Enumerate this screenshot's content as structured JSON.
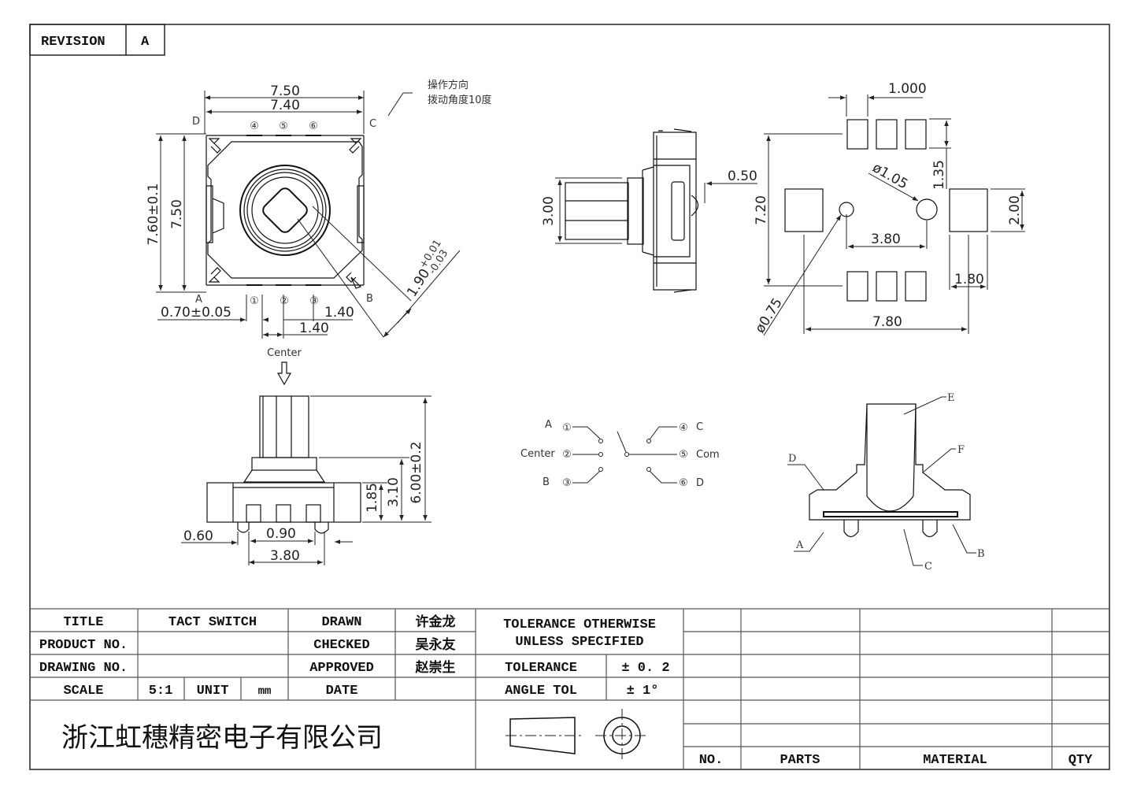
{
  "revision": {
    "label": "REVISION",
    "value": "A"
  },
  "top_view": {
    "dims": {
      "width_outer": "7.50",
      "width_inner": "7.40",
      "height_tol": "7.60±0.1",
      "height": "7.50",
      "pin_width": "0.70±0.05",
      "pitch_a": "1.40",
      "pitch_b": "1.40",
      "stem": "1.90",
      "stem_tol_plus": "+0.01",
      "stem_tol_minus": "-0.03"
    },
    "corners": {
      "a": "A",
      "b": "B",
      "c": "C",
      "d": "D"
    },
    "pins_top": [
      "④",
      "⑤",
      "⑥"
    ],
    "pins_bottom": [
      "①",
      "②",
      "③"
    ],
    "note_line1": "操作方向",
    "note_line2": "拨动角度10度"
  },
  "side_view": {
    "dims": {
      "shaft": "3.00",
      "protrusion": "0.50"
    }
  },
  "footprint": {
    "dims": {
      "pad_pitch": "1.000",
      "pad_height": "1.35",
      "hole_large": "ø1.05",
      "hole_small": "ø0.75",
      "hole_spacing": "3.80",
      "side_pad": "2.00",
      "height": "7.20",
      "side_pad_width": "1.80",
      "width": "7.80"
    }
  },
  "front_view": {
    "label": "Center",
    "dims": {
      "total_height": "6.00±0.2",
      "body_height": "3.10",
      "base_height": "1.85",
      "foot": "0.60",
      "pad": "0.90",
      "span": "3.80"
    }
  },
  "schematic": {
    "left": [
      {
        "label": "A",
        "pin": "①"
      },
      {
        "label": "Center",
        "pin": "②"
      },
      {
        "label": "B",
        "pin": "③"
      }
    ],
    "right": [
      {
        "label": "C",
        "pin": "④"
      },
      {
        "label": "Com",
        "pin": "⑤"
      },
      {
        "label": "D",
        "pin": "⑥"
      }
    ]
  },
  "section_view": {
    "callouts": [
      "A",
      "B",
      "C",
      "D",
      "E",
      "F"
    ]
  },
  "title_block": {
    "title_label": "TITLE",
    "title_value": "TACT SWITCH",
    "product_label": "PRODUCT NO.",
    "product_value": "",
    "drawing_label": "DRAWING NO.",
    "drawing_value": "",
    "scale_label": "SCALE",
    "scale_value": "5:1",
    "unit_label": "UNIT",
    "unit_value": "mm",
    "drawn_label": "DRAWN",
    "drawn_value": "许金龙",
    "checked_label": "CHECKED",
    "checked_value": "吴永友",
    "approved_label": "APPROVED",
    "approved_value": "赵崇生",
    "date_label": "DATE",
    "date_value": "",
    "company": "浙江虹穗精密电子有限公司",
    "tol_heading_1": "TOLERANCE OTHERWISE",
    "tol_heading_2": "UNLESS SPECIFIED",
    "tolerance_label": "TOLERANCE",
    "tolerance_value": "± 0. 2",
    "angle_label": "ANGLE TOL",
    "angle_value": "± 1°"
  },
  "parts_list": {
    "headers": {
      "no": "NO.",
      "parts": "PARTS",
      "material": "MATERIAL",
      "qty": "QTY"
    },
    "rows": [
      {
        "no": "",
        "parts": "",
        "material": "",
        "qty": ""
      },
      {
        "no": "",
        "parts": "",
        "material": "",
        "qty": ""
      },
      {
        "no": "",
        "parts": "",
        "material": "",
        "qty": ""
      },
      {
        "no": "",
        "parts": "",
        "material": "",
        "qty": ""
      },
      {
        "no": "",
        "parts": "",
        "material": "",
        "qty": ""
      },
      {
        "no": "",
        "parts": "",
        "material": "",
        "qty": ""
      }
    ]
  }
}
